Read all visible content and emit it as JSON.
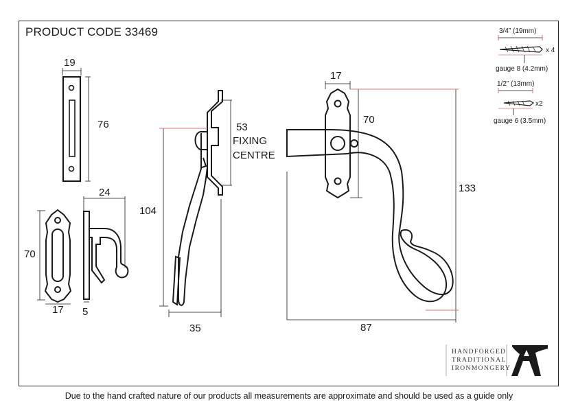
{
  "title": "PRODUCT CODE 33469",
  "dimensions": {
    "keep_width": "19",
    "keep_height": "76",
    "staple_depth": "24",
    "staple_height": "70",
    "staple_width": "17",
    "staple_plate": "5",
    "fixing_centre_value": "53",
    "fixing_centre_line1": "FIXING",
    "fixing_centre_line2": "CENTRE",
    "side_height": "104",
    "side_depth": "35",
    "plate_width": "17",
    "plate_height": "70",
    "total_height": "133",
    "total_width": "87"
  },
  "screws": [
    {
      "length": "3/4” (19mm)",
      "qty": "x 4",
      "gauge": "gauge 8 (4.2mm)"
    },
    {
      "length": "1/2” (13mm)",
      "qty": "x2",
      "gauge": "gauge 6 (3.5mm)"
    }
  ],
  "brand": {
    "line1": "HANDFORGED",
    "line2": "TRADITIONAL",
    "line3": "IRONMONGERY"
  },
  "disclaimer": "Due to the hand crafted nature of our products all measurements are approximate and should be used as a guide only"
}
